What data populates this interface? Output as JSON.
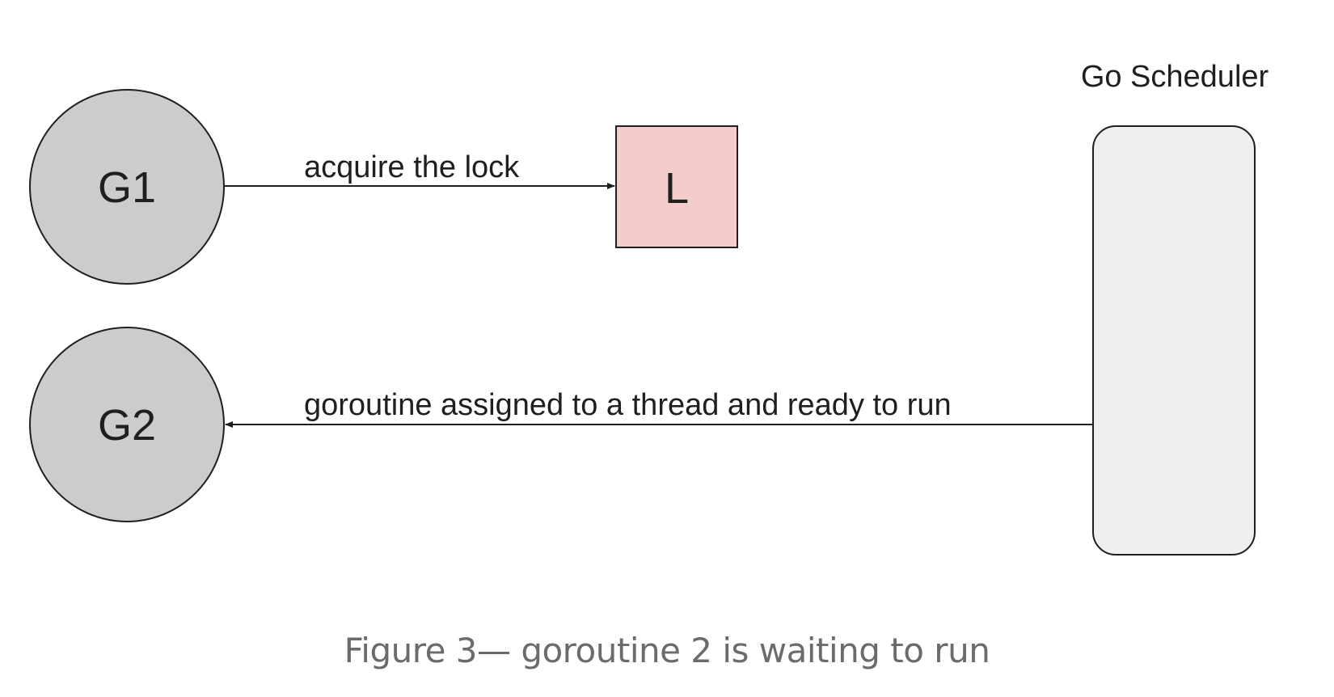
{
  "diagram": {
    "nodes": {
      "g1": {
        "label": "G1",
        "fill": "#cccccc"
      },
      "g2": {
        "label": "G2",
        "fill": "#cccccc"
      },
      "lock": {
        "label": "L",
        "fill": "#f4cccc"
      },
      "scheduler": {
        "label": "Go Scheduler",
        "fill": "#efefef"
      }
    },
    "edges": {
      "acquire": {
        "from": "G1",
        "to": "L",
        "label": "acquire the lock"
      },
      "assign": {
        "from": "Go Scheduler",
        "to": "G2",
        "label": "goroutine assigned to a thread and ready to run"
      }
    },
    "colors": {
      "stroke": "#1f1f1f",
      "caption": "#6b6b6b"
    }
  },
  "caption": "Figure 3— goroutine 2 is waiting to run"
}
